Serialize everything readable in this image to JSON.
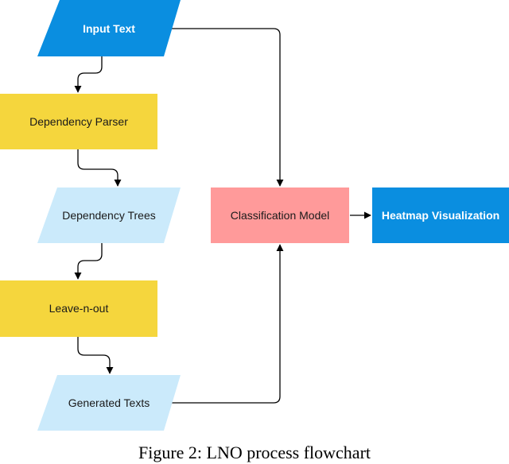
{
  "diagram": {
    "nodes": {
      "input_text": {
        "label": "Input Text",
        "fill": "#0A8EE0",
        "text_color": "#ffffff",
        "bold": true
      },
      "dependency_parser": {
        "label": "Dependency Parser",
        "fill": "#F5D63D",
        "text_color": "#1a1a1a",
        "bold": false
      },
      "dependency_trees": {
        "label": "Dependency Trees",
        "fill": "#CBEAFB",
        "text_color": "#1a1a1a",
        "bold": false
      },
      "leave_n_out": {
        "label": "Leave-n-out",
        "fill": "#F5D63D",
        "text_color": "#1a1a1a",
        "bold": false
      },
      "generated_texts": {
        "label": "Generated Texts",
        "fill": "#CBEAFB",
        "text_color": "#1a1a1a",
        "bold": false
      },
      "classification_model": {
        "label": "Classification Model",
        "fill": "#FF9A9A",
        "text_color": "#1a1a1a",
        "bold": false
      },
      "heatmap_visualization": {
        "label": "Heatmap Visualization",
        "fill": "#0A8EE0",
        "text_color": "#ffffff",
        "bold": true
      }
    },
    "edges": [
      {
        "from": "input_text",
        "to": "dependency_parser"
      },
      {
        "from": "dependency_parser",
        "to": "dependency_trees"
      },
      {
        "from": "dependency_trees",
        "to": "leave_n_out"
      },
      {
        "from": "leave_n_out",
        "to": "generated_texts"
      },
      {
        "from": "input_text",
        "to": "classification_model"
      },
      {
        "from": "generated_texts",
        "to": "classification_model"
      },
      {
        "from": "classification_model",
        "to": "heatmap_visualization"
      }
    ],
    "edge_color": "#000000"
  },
  "caption": "Figure 2: LNO process flowchart"
}
